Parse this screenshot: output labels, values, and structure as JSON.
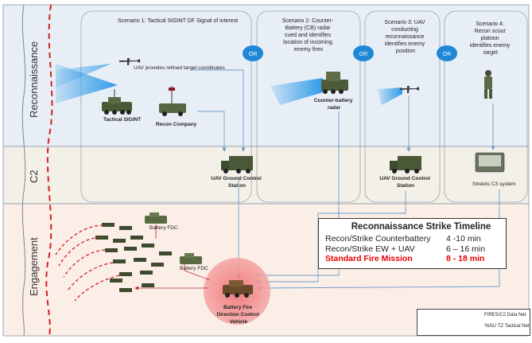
{
  "bands": {
    "reconnaissance": "Reconnaissance",
    "c2": "C2",
    "engagement": "Engagement"
  },
  "scenarios": {
    "s1": {
      "title": "Scenario 1: Tactical SIGINT DF Signal of interest",
      "uav_note": "UAV provides refined target coordinates",
      "sigint": "Tactical SIGINT",
      "recon_company": "Recon Company"
    },
    "s2": {
      "lines": [
        "Scenario 2: Counter-",
        "Battery (CB) radar",
        "cued and identifies",
        "location of incoming",
        "enemy fires"
      ],
      "radar_lines": [
        "Counter-battery",
        "radar"
      ]
    },
    "s3": {
      "lines": [
        "Scenario 3: UAV",
        "conducting",
        "reconnaissance",
        "identifies enemy",
        "position"
      ]
    },
    "s4": {
      "lines": [
        "Scenario 4:",
        "Recon scout",
        "platoon",
        "identifies enemy",
        "target"
      ]
    }
  },
  "or_label": "OR",
  "c2": {
    "gcs1_lines": [
      "UAV Ground Control",
      "Station"
    ],
    "gcs2_lines": [
      "UAV Ground Control",
      "Station"
    ],
    "strelets": "Strelets C3 system"
  },
  "engagement": {
    "battery_fdc_a": "Battery FDC",
    "battery_fdc_b": "Battery FDC",
    "bfdc_lines": [
      "Battery Fire",
      "Direction Control",
      "Vehicle"
    ]
  },
  "timeline": {
    "title": "Reconnaissance  Strike  Timeline",
    "rows": [
      {
        "label": "Recon/Strike Counterbattery",
        "value": "4 -10 min"
      },
      {
        "label": "Recon/Strike  EW + UAV",
        "value": "6 – 16 min"
      },
      {
        "label": "Standard Fire Mission",
        "value": "8 - 18 min"
      }
    ]
  },
  "legend": {
    "fires": "FIRES/C2 Data Net",
    "yesu": "YeSU TZ Tactical Net"
  },
  "colors": {
    "recon_band": "#e8eef6",
    "c2_band": "#f3f0e8",
    "engagement_band": "#faeee6",
    "or_bubble": "#1f88d6",
    "beam": "#2f9be8",
    "fires_net": "#c0202a",
    "yesu_net": "#6f9cc8",
    "highlight": "#e60000",
    "bfdc_circle": "#f28080"
  }
}
